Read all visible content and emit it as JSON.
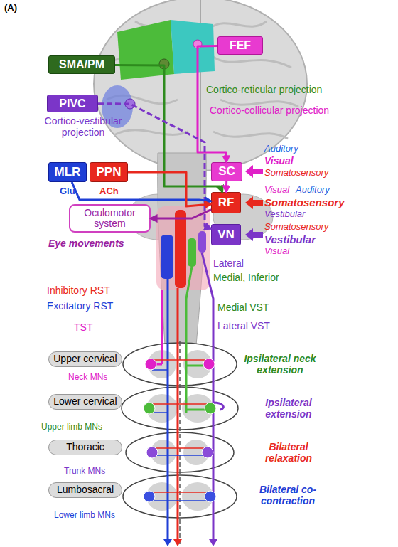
{
  "diagram": {
    "nodes": [
      {
        "text": [
          "SMA/PM"
        ]
      },
      {
        "text": [
          "FEF"
        ]
      },
      {
        "text": [
          "PIVC"
        ]
      },
      {
        "text": [
          "SC"
        ]
      },
      {
        "text": [
          "MLR"
        ]
      },
      {
        "text": [
          "PPN"
        ]
      },
      {
        "text": [
          "RF"
        ]
      },
      {
        "text": [
          "Oculomotor system"
        ]
      },
      {
        "text": [
          "VN"
        ]
      },
      {
        "text": [
          "Upper cervical"
        ]
      },
      {
        "text": [
          "Lower cervical"
        ]
      },
      {
        "text": [
          "Thoracic"
        ]
      },
      {
        "text": [
          "Lumbosacral"
        ]
      }
    ],
    "edges": [
      {
        "from": 0,
        "to": 6,
        "arrow": "to"
      },
      {
        "from": 1,
        "to": 3,
        "arrow": "to"
      },
      {
        "from": 2,
        "to": 8,
        "arrow": "to"
      },
      {
        "from": 3,
        "to": 6,
        "arrow": "to"
      },
      {
        "from": 4,
        "to": 6,
        "arrow": "to"
      },
      {
        "from": 5,
        "to": 6,
        "arrow": "to"
      },
      {
        "from": 6,
        "to": 7,
        "arrow": "to"
      }
    ],
    "labels": [
      "(A)",
      "Cortico-reticular projection",
      "Cortico-collicular projection",
      "Cortico-vestibular projection",
      "Auditory",
      "Visual",
      "Somatosensory",
      "Glu",
      "ACh",
      "Visual",
      "Auditory",
      "Somatosensory",
      "Vestibular",
      "Eye movements",
      "Somatosensory",
      "Vestibular",
      "Visual",
      "Lateral",
      "Medial, Inferior",
      "Inhibitory RST",
      "Excitatory RST",
      "Medial VST",
      "TST",
      "Lateral VST",
      "Ipsilateral neck extension",
      "Neck MNs",
      "Ipsilateral extension",
      "Upper limb MNs",
      "Bilateral relaxation",
      "Trunk MNs",
      "Bilateral co-contraction",
      "Lower limb MNs"
    ]
  }
}
